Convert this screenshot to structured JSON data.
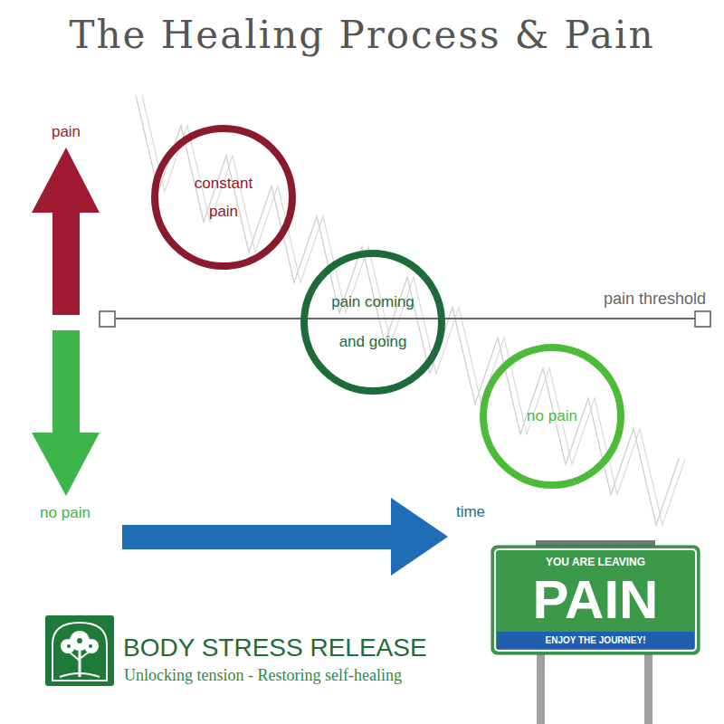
{
  "diagram": {
    "title": "The Healing Process & Pain",
    "nodes": [
      {
        "text": [
          "constant pain"
        ]
      },
      {
        "text": [
          "pain coming and going"
        ]
      },
      {
        "text": [
          "no pain"
        ]
      },
      {
        "text": [
          "YOU ARE LEAVING",
          "PAIN",
          "ENJOY THE JOURNEY!"
        ]
      }
    ],
    "labels": [
      "pain",
      "pain threshold",
      "no pain",
      "time",
      "BODY STRESS RELEASE",
      "Unlocking tension - Restoring self-healing"
    ]
  }
}
